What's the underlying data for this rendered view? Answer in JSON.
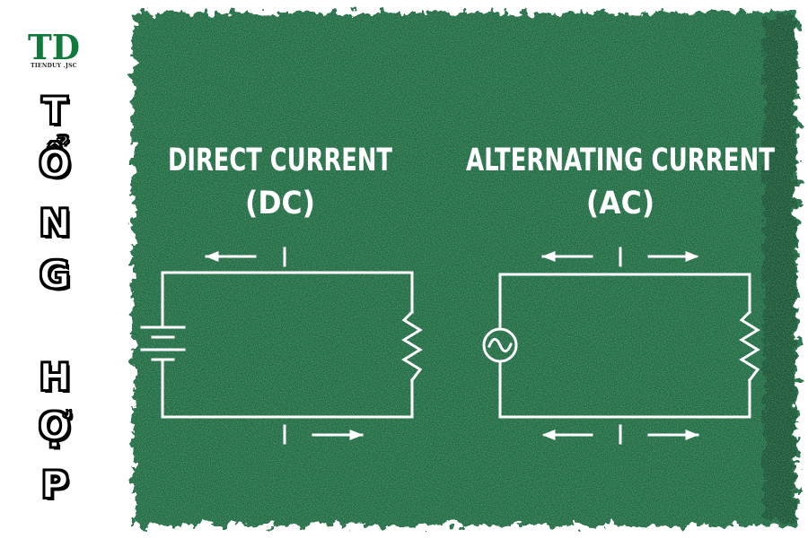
{
  "logo": {
    "letters": "TD",
    "caption": "TIENDUY .JSC"
  },
  "sidebar": {
    "chars": [
      "T",
      "Ổ",
      "N",
      "G",
      "H",
      "Ợ",
      "P"
    ]
  },
  "dc": {
    "title": "DIRECT CURRENT",
    "subtitle": "(DC)"
  },
  "ac": {
    "title": "ALTERNATING CURRENT",
    "subtitle": "(AC)"
  },
  "colors": {
    "board": "#1e6a40",
    "chalk": "#ffffff",
    "logo_green": "#0f7a3a"
  }
}
